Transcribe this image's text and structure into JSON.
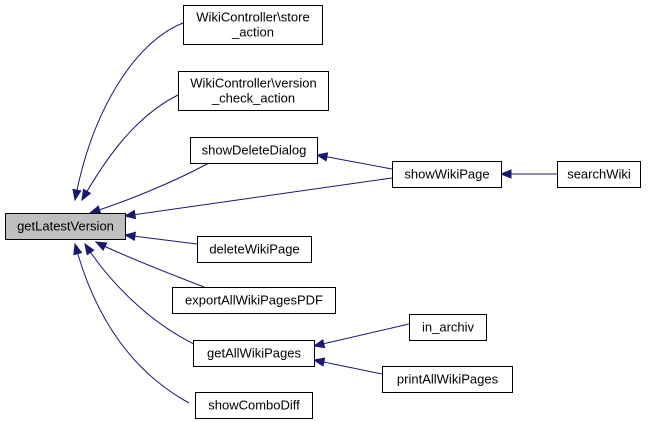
{
  "graph": {
    "edge_color": "#191970",
    "root_fill": "#bfbfbf",
    "nodes": {
      "root": {
        "lines": [
          "getLatestVersion"
        ],
        "root": true
      },
      "store": {
        "lines": [
          "WikiController\\store",
          "_action"
        ]
      },
      "vcheck": {
        "lines": [
          "WikiController\\version",
          "_check_action"
        ]
      },
      "showDelete": {
        "lines": [
          "showDeleteDialog"
        ]
      },
      "showWiki": {
        "lines": [
          "showWikiPage"
        ]
      },
      "search": {
        "lines": [
          "searchWiki"
        ]
      },
      "deleteWiki": {
        "lines": [
          "deleteWikiPage"
        ]
      },
      "exportAll": {
        "lines": [
          "exportAllWikiPagesPDF"
        ]
      },
      "getAll": {
        "lines": [
          "getAllWikiPages"
        ]
      },
      "inArchiv": {
        "lines": [
          "in_archiv"
        ]
      },
      "printAll": {
        "lines": [
          "printAllWikiPages"
        ]
      },
      "combo": {
        "lines": [
          "showComboDiff"
        ]
      }
    },
    "edges": [
      {
        "from": "store",
        "to": "root"
      },
      {
        "from": "vcheck",
        "to": "root"
      },
      {
        "from": "showDelete",
        "to": "root"
      },
      {
        "from": "showWiki",
        "to": "root"
      },
      {
        "from": "deleteWiki",
        "to": "root"
      },
      {
        "from": "exportAll",
        "to": "root"
      },
      {
        "from": "getAll",
        "to": "root"
      },
      {
        "from": "combo",
        "to": "root"
      },
      {
        "from": "showWiki",
        "to": "showDelete"
      },
      {
        "from": "search",
        "to": "showWiki"
      },
      {
        "from": "inArchiv",
        "to": "getAll"
      },
      {
        "from": "printAll",
        "to": "getAll"
      }
    ]
  }
}
